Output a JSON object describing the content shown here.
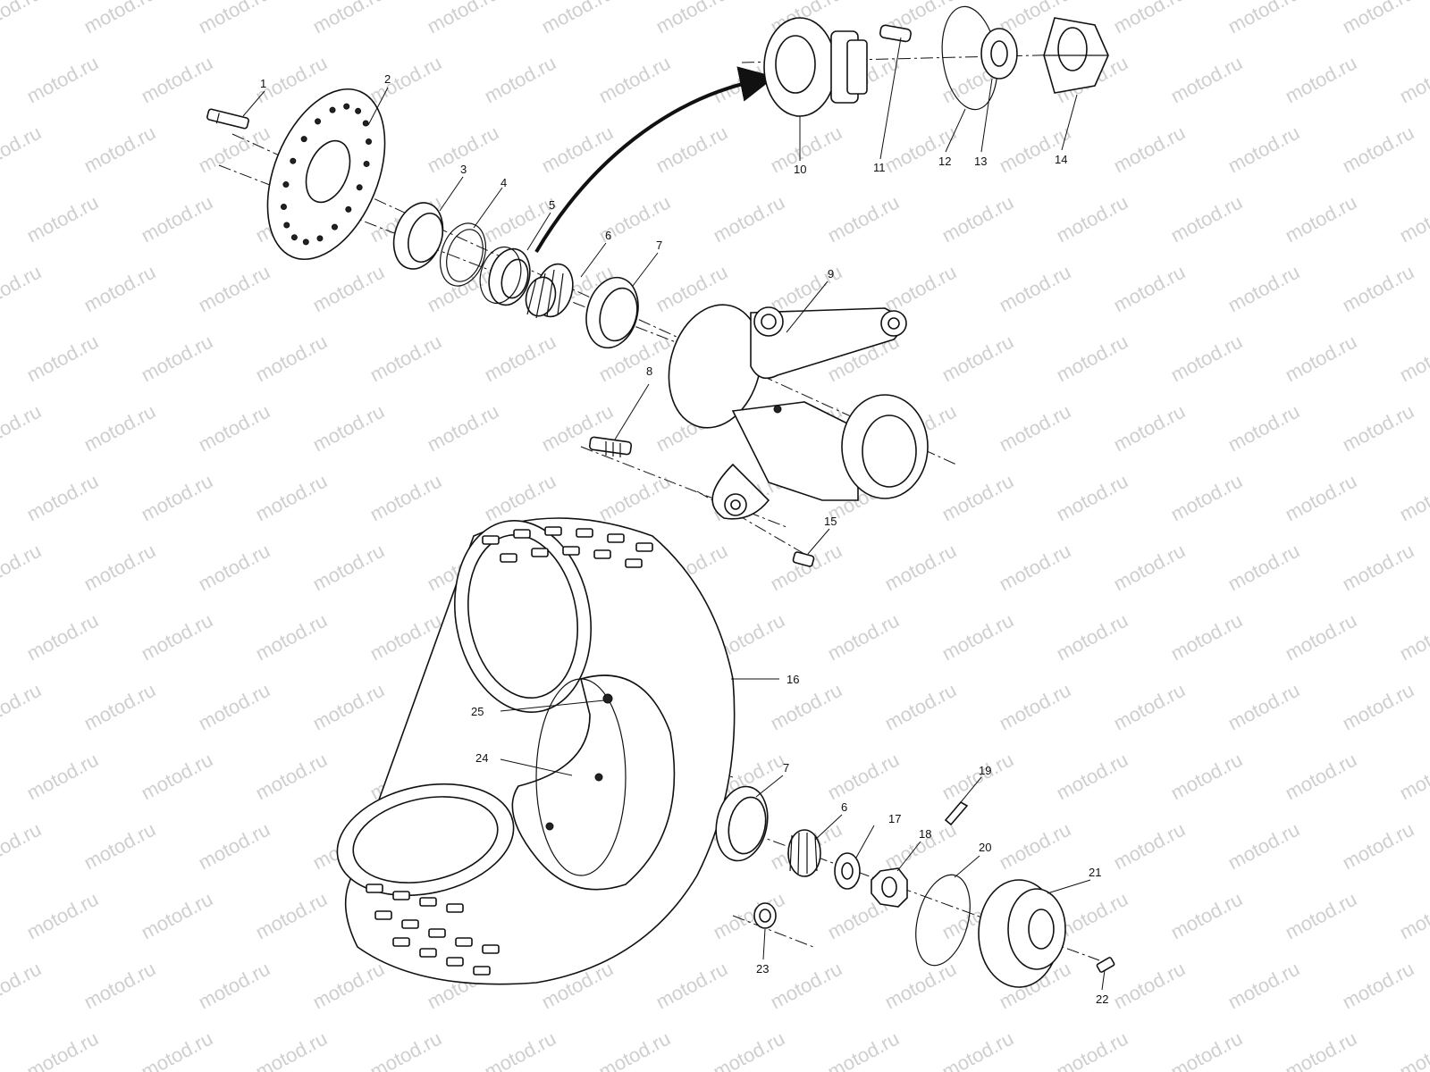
{
  "watermark": "motod.ru",
  "callouts": [
    {
      "id": "1",
      "text": "1"
    },
    {
      "id": "2",
      "text": "2"
    },
    {
      "id": "3",
      "text": "3"
    },
    {
      "id": "4",
      "text": "4"
    },
    {
      "id": "5",
      "text": "5"
    },
    {
      "id": "6a",
      "text": "6"
    },
    {
      "id": "7a",
      "text": "7"
    },
    {
      "id": "8",
      "text": "8"
    },
    {
      "id": "9",
      "text": "9"
    },
    {
      "id": "10",
      "text": "10"
    },
    {
      "id": "11",
      "text": "11"
    },
    {
      "id": "12",
      "text": "12"
    },
    {
      "id": "13",
      "text": "13"
    },
    {
      "id": "14",
      "text": "14"
    },
    {
      "id": "15",
      "text": "15"
    },
    {
      "id": "16",
      "text": "16"
    },
    {
      "id": "17",
      "text": "17"
    },
    {
      "id": "18",
      "text": "18"
    },
    {
      "id": "19",
      "text": "19"
    },
    {
      "id": "20",
      "text": "20"
    },
    {
      "id": "21",
      "text": "21"
    },
    {
      "id": "22",
      "text": "22"
    },
    {
      "id": "23",
      "text": "23"
    },
    {
      "id": "24",
      "text": "24"
    },
    {
      "id": "25",
      "text": "25"
    },
    {
      "id": "7b",
      "text": "7"
    },
    {
      "id": "6b",
      "text": "6"
    }
  ]
}
